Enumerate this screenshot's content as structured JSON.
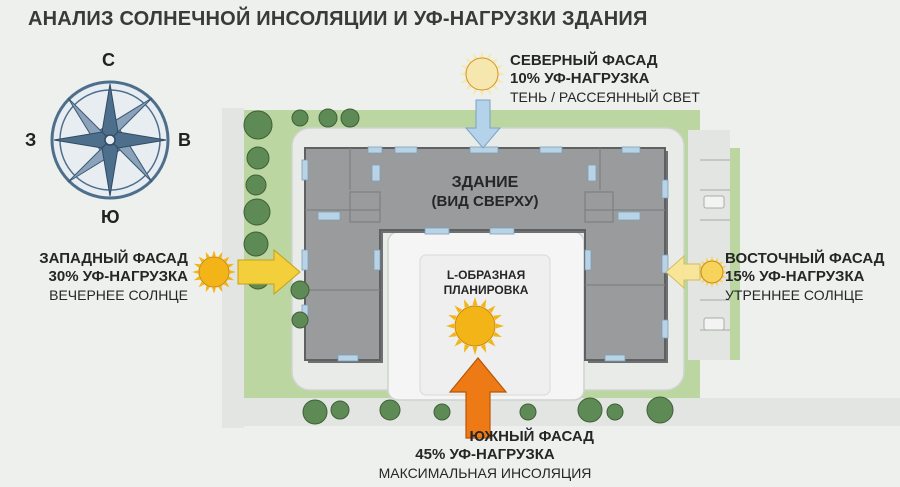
{
  "title": "АНАЛИЗ СОЛНЕЧНОЙ ИНСОЛЯЦИИ И УФ-НАГРУЗКИ ЗДАНИЯ",
  "compass": {
    "north": "С",
    "south": "Ю",
    "west": "З",
    "east": "В"
  },
  "building": {
    "line1": "ЗДАНИЕ",
    "line2": "(ВИД СВЕРХУ)"
  },
  "courtyard": {
    "line1": "L-ОБРАЗНАЯ",
    "line2": "ПЛАНИРОВКА"
  },
  "facades": {
    "north": {
      "name": "СЕВЕРНЫЙ ФАСАД",
      "load": "10% УФ-НАГРУЗКА",
      "note": "ТЕНЬ / РАССЕЯННЫЙ СВЕТ",
      "percent": 10
    },
    "west": {
      "name": "ЗАПАДНЫЙ ФАСАД",
      "load": "30% УФ-НАГРУЗКА",
      "note": "ВЕЧЕРНЕЕ СОЛНЦЕ",
      "percent": 30
    },
    "east": {
      "name": "ВОСТОЧНЫЙ ФАСАД",
      "load": "15% УФ-НАГРУЗКА",
      "note": "УТРЕННЕЕ СОЛНЦЕ",
      "percent": 15
    },
    "south": {
      "name": "ЮЖНЫЙ ФАСАД",
      "load": "45% УФ-НАГРУЗКА",
      "note": "МАКСИМАЛЬНАЯ ИНСОЛЯЦИЯ",
      "percent": 45
    }
  },
  "colors": {
    "background": "#eef0ee",
    "grass": "#bcd6a2",
    "road": "#e4e6e4",
    "building_roof": "#9a9b9d",
    "building_edge": "#6f7072",
    "window": "#b9d3e6",
    "tree": "#5e8a55",
    "sun": "#f2b416",
    "arrow_north": "#b4d2ea",
    "arrow_west": "#f3cf3c",
    "arrow_east": "#f7e59a",
    "arrow_south": "#ee7a16",
    "compass": "#4e6f8c"
  }
}
